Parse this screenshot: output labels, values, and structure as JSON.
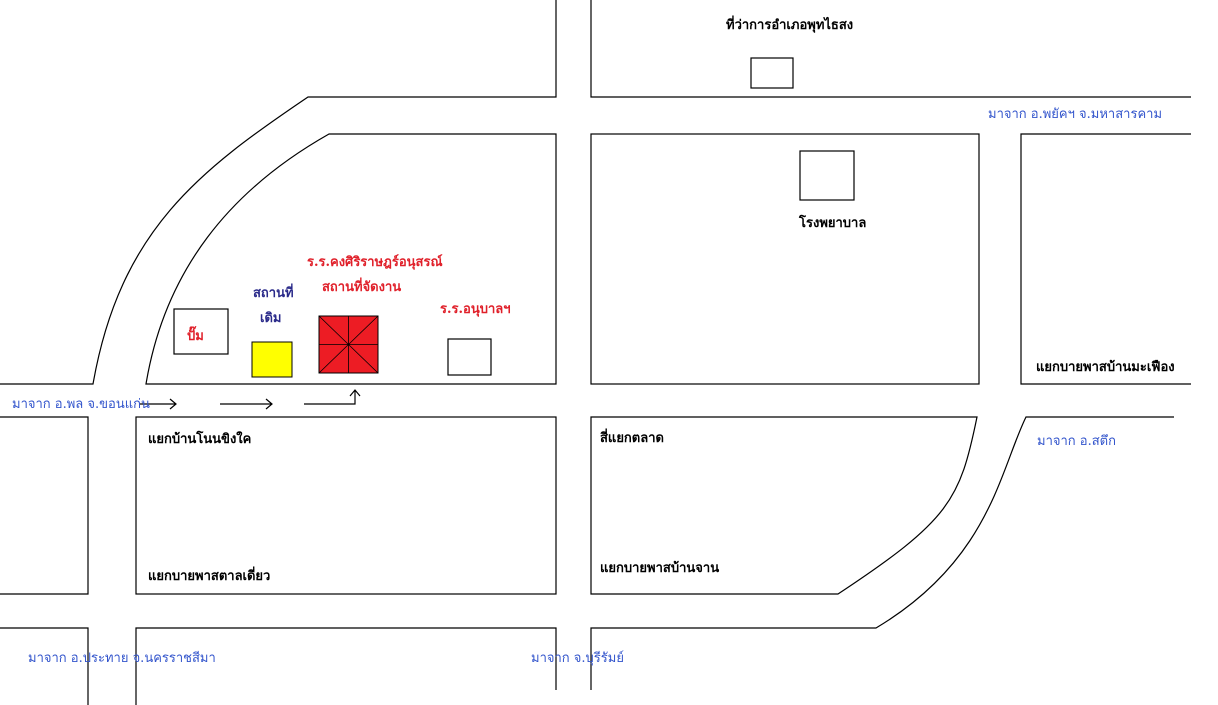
{
  "landmarks": {
    "district_office": "ที่ว่าการอำเภอพุทไธสง",
    "hospital": "โรงพยาบาล",
    "school_name": "ร.ร.คงศิริราษฎร์อนุสรณ์",
    "event_venue": "สถานที่จัดงาน",
    "old_venue_line1": "สถานที่",
    "old_venue_line2": "เดิม",
    "kindergarten": "ร.ร.อนุบาลฯ",
    "gas_station": "ปั๊ม"
  },
  "directions": {
    "from_phayakkhaphum": "มาจาก อ.พยัคฯ จ.มหาสารคาม",
    "from_phon": "มาจาก อ.พล จ.ขอนแก่น",
    "from_satuek": "มาจาก อ.สตึก",
    "from_prathai": "มาจาก อ.ประทาย จ.นครราชสีมา",
    "from_buriram": "มาจาก จ.บุรีรัมย์"
  },
  "intersections": {
    "non_khing": "แยกบ้านโนนขิงใค",
    "bypass_tan_diao": "แยกบายพาสตาลเดี่ยว",
    "market": "สี่แยกตลาด",
    "bypass_ban_chan": "แยกบายพาสบ้านจาน",
    "bypass_ma_fueang": "แยกบายพาสบ้านมะเฟือง"
  },
  "colors": {
    "venue": "#ed1c24",
    "old_venue": "#ffff00",
    "direction_text": "#3355cc",
    "venue_text": "#e0202a"
  }
}
